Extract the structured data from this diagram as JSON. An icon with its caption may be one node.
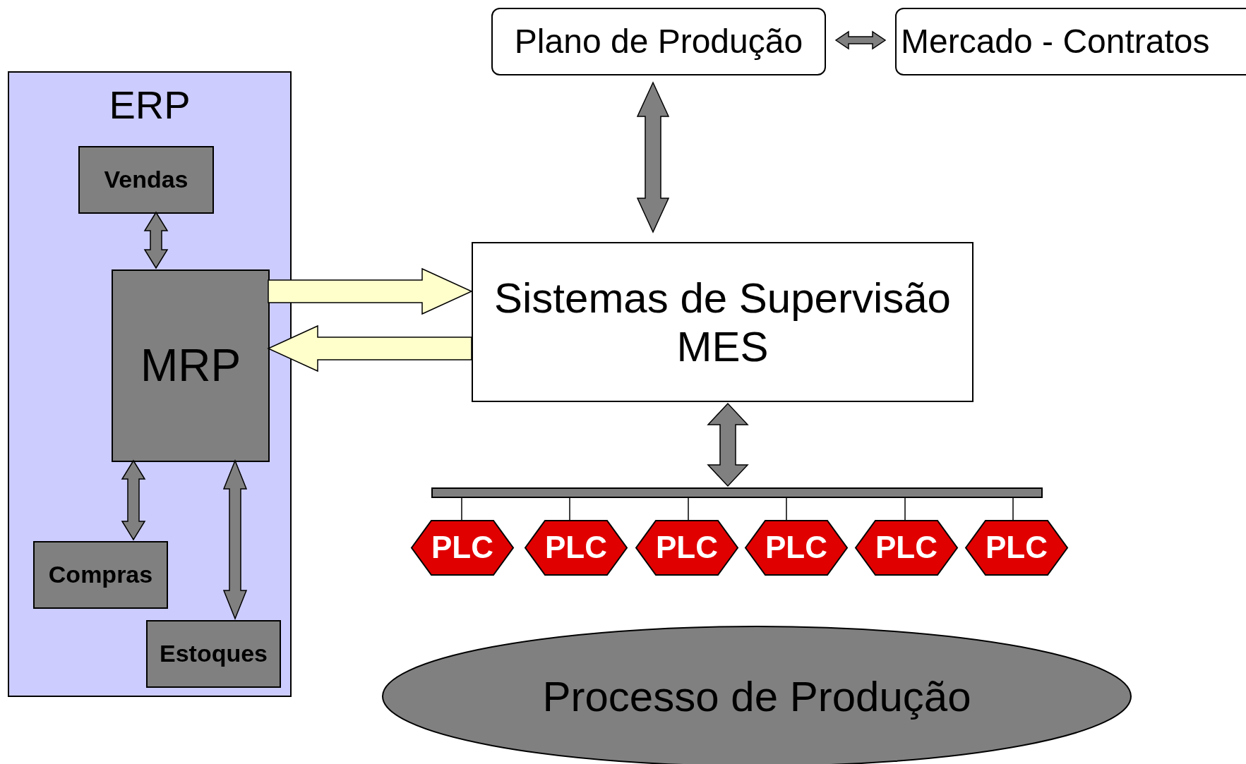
{
  "diagram": {
    "nodes": [
      {
        "text": [
          "ERP"
        ]
      },
      {
        "text": [
          "Vendas"
        ],
        "in": 0
      },
      {
        "text": [
          "MRP"
        ],
        "in": 0
      },
      {
        "text": [
          "Compras"
        ],
        "in": 0
      },
      {
        "text": [
          "Estoques"
        ],
        "in": 0
      },
      {
        "text": [
          "Plano de Produção"
        ]
      },
      {
        "text": [
          "Mercado - Contratos"
        ]
      },
      {
        "text": [
          "Sistemas de Supervisão MES"
        ]
      },
      {
        "text": [],
        "shape": "bar"
      },
      {
        "text": [
          "PLC"
        ]
      },
      {
        "text": [
          "PLC"
        ]
      },
      {
        "text": [
          "PLC"
        ]
      },
      {
        "text": [
          "PLC"
        ]
      },
      {
        "text": [
          "PLC"
        ]
      },
      {
        "text": [
          "PLC"
        ]
      },
      {
        "text": [
          "Processo de Produção"
        ]
      }
    ],
    "edges": [
      {
        "from": 1,
        "to": 2,
        "arrow": "both",
        "style": "thick"
      },
      {
        "from": 2,
        "to": 7,
        "arrow": "to",
        "style": "thick",
        "color": "#ffffcc"
      },
      {
        "from": 7,
        "to": 2,
        "arrow": "to",
        "style": "thick",
        "color": "#ffffcc"
      },
      {
        "from": 2,
        "to": 3,
        "arrow": "both",
        "style": "thick"
      },
      {
        "from": 2,
        "to": 4,
        "arrow": "both",
        "style": "thick"
      },
      {
        "from": 5,
        "to": 6,
        "arrow": "both",
        "style": "thick"
      },
      {
        "from": 5,
        "to": 7,
        "arrow": "both",
        "style": "thick"
      },
      {
        "from": 7,
        "to": 8,
        "arrow": "both",
        "style": "thick"
      },
      {
        "from": 8,
        "to": 9,
        "arrow": "none"
      },
      {
        "from": 8,
        "to": 10,
        "arrow": "none"
      },
      {
        "from": 8,
        "to": 11,
        "arrow": "none"
      },
      {
        "from": 8,
        "to": 12,
        "arrow": "none"
      },
      {
        "from": 8,
        "to": 13,
        "arrow": "none"
      },
      {
        "from": 8,
        "to": 14,
        "arrow": "none"
      }
    ]
  }
}
